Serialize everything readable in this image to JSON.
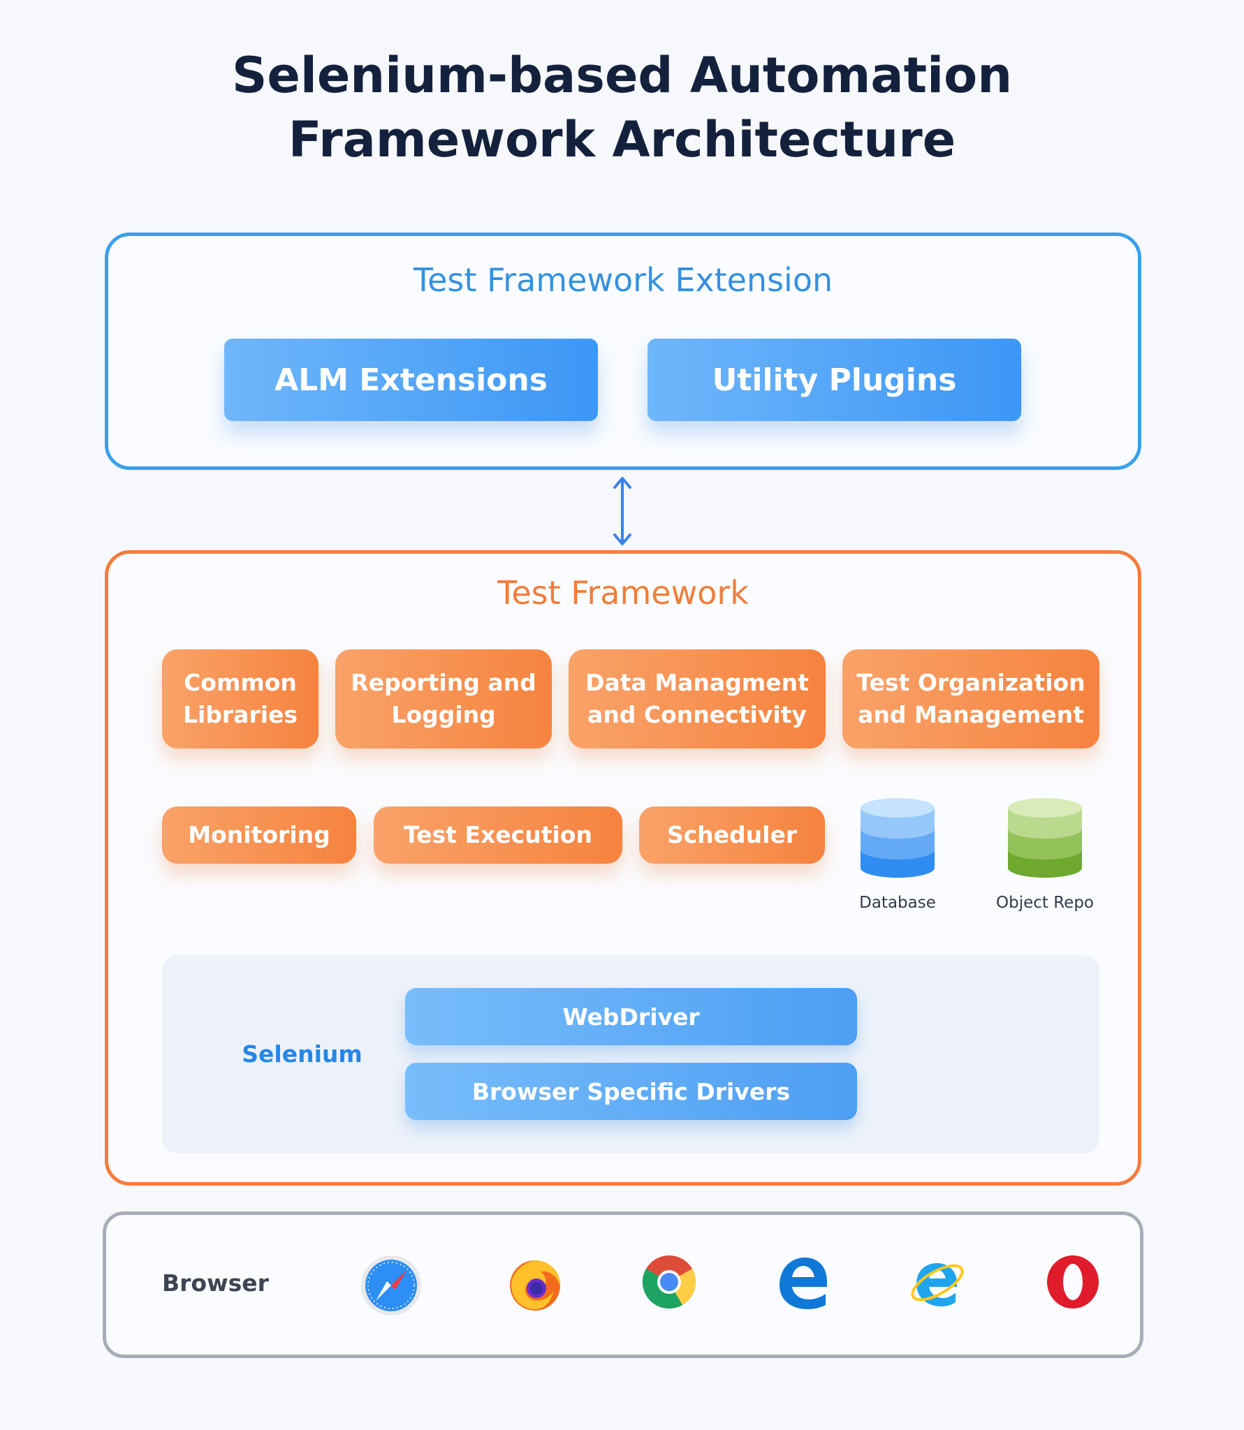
{
  "title_line1": "Selenium-based Automation",
  "title_line2": "Framework Architecture",
  "extension": {
    "title": "Test Framework Extension",
    "boxes": [
      "ALM Extensions",
      "Utility Plugins"
    ]
  },
  "framework": {
    "title": "Test Framework",
    "row1": [
      [
        "Common",
        "Libraries"
      ],
      [
        "Reporting and",
        "Logging"
      ],
      [
        "Data Managment",
        "and Connectivity"
      ],
      [
        "Test Organization",
        "and Management"
      ]
    ],
    "row2": [
      "Monitoring",
      "Test Execution",
      "Scheduler"
    ],
    "stores": {
      "database": {
        "label": "Database",
        "colors": [
          "#bfe0ff",
          "#7ab9f7",
          "#2f8cf0"
        ]
      },
      "object_repo": {
        "label": "Object Repo",
        "colors": [
          "#d5e9b3",
          "#a2cc6c",
          "#6ea82f"
        ]
      }
    },
    "selenium": {
      "label": "Selenium",
      "layers": [
        "WebDriver",
        "Browser Specific Drivers"
      ]
    }
  },
  "browser": {
    "label": "Browser",
    "icons": [
      "safari-icon",
      "firefox-icon",
      "chrome-icon",
      "edge-icon",
      "internet-explorer-icon",
      "opera-icon"
    ]
  },
  "colors": {
    "extension_accent": "#3aa0ec",
    "framework_accent": "#f47c3c",
    "browser_border": "#a7adb8",
    "title": "#14213d"
  }
}
